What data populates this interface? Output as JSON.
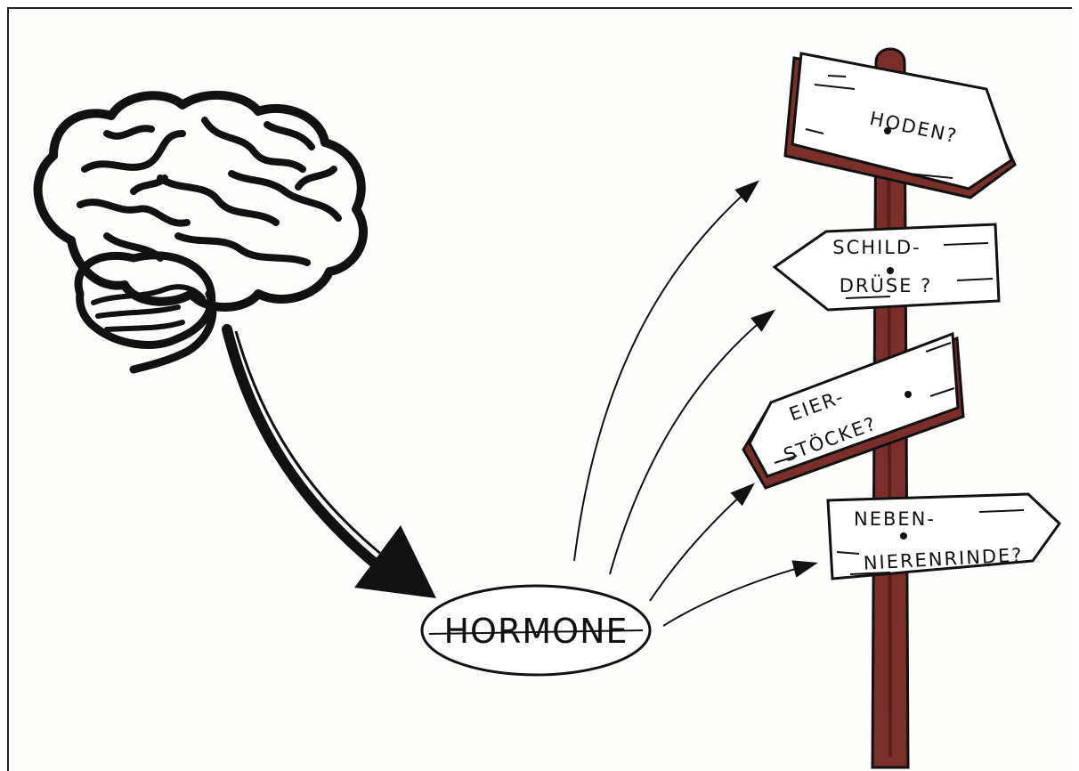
{
  "center_label": "HORMONE",
  "signs": [
    {
      "line1": "HODEN?",
      "line2": ""
    },
    {
      "line1": "SCHILD-",
      "line2": "DRÜSE ?"
    },
    {
      "line1": "EIER-",
      "line2": "STÖCKE?"
    },
    {
      "line1": "NEBEN-",
      "line2": "NIERENRINDE?"
    }
  ],
  "colors": {
    "ink": "#111111",
    "wood": "#7a2f2a",
    "wood_dark": "#5a1f1b",
    "sign_fill": "#ffffff"
  }
}
